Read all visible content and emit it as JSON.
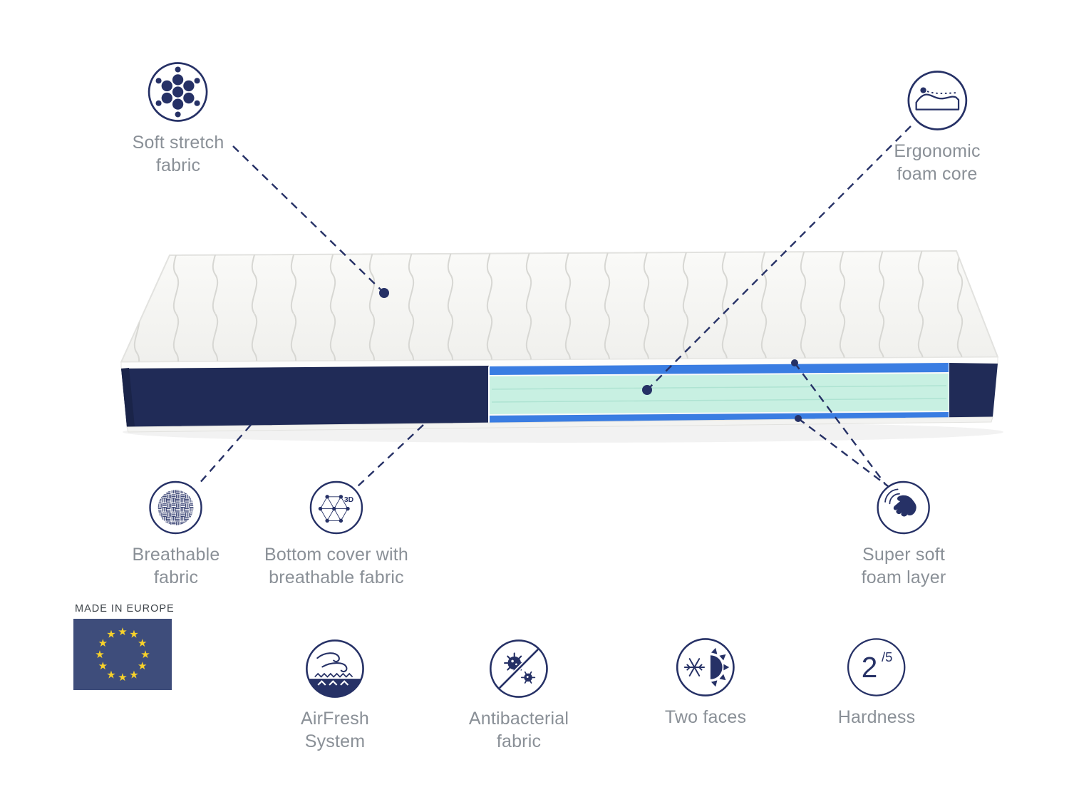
{
  "colors": {
    "navy": "#263166",
    "mattress_navy": "#202b57",
    "mint": "#c8f0e2",
    "stripe_blue": "#3a7de2",
    "label_text": "#8a9097",
    "label_dark": "#3c4248",
    "flag_blue": "#3e4d7b",
    "star_yellow": "#f8d22a"
  },
  "callouts": {
    "soft_stretch": {
      "label": "Soft stretch\nfabric",
      "icon": "fabric-dots-icon"
    },
    "ergonomic": {
      "label": "Ergonomic\nfoam core",
      "icon": "ergonomic-profile-icon"
    },
    "breathable": {
      "label": "Breathable\nfabric",
      "icon": "weave-icon"
    },
    "bottom_cover": {
      "label": "Bottom cover with\nbreathable fabric",
      "icon": "3d-mesh-icon",
      "icon_text": "3D"
    },
    "super_soft": {
      "label": "Super soft\nfoam layer",
      "icon": "hand-press-icon"
    }
  },
  "badges": {
    "made_in": {
      "label": "MADE IN EUROPE",
      "icon": "eu-flag",
      "star": "★"
    },
    "airfresh": {
      "label": "AirFresh\nSystem",
      "icon": "airflow-icon"
    },
    "antibacterial": {
      "label": "Antibacterial\nfabric",
      "icon": "no-bacteria-icon"
    },
    "two_faces": {
      "label": "Two faces",
      "icon": "winter-summer-icon"
    },
    "hardness": {
      "label": "Hardness",
      "icon": "hardness-rating-icon",
      "value": "2",
      "scale": "/5"
    }
  }
}
